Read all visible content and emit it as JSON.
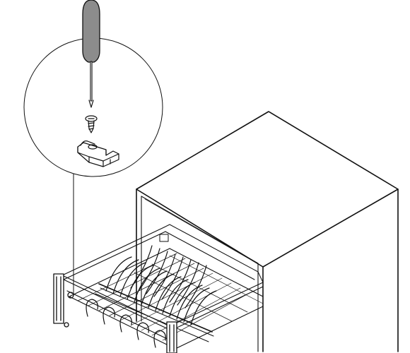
{
  "figure": {
    "kind": "assembly-instruction-illustration",
    "parts": [
      "screwdriver",
      "screw",
      "mounting-bracket",
      "cabinet",
      "pull-out-dish-rack"
    ],
    "colors": {
      "line": "#111111",
      "background": "#ffffff",
      "handle_fill": "#8c8c8c",
      "cabinet_top": "#ffffff"
    }
  }
}
